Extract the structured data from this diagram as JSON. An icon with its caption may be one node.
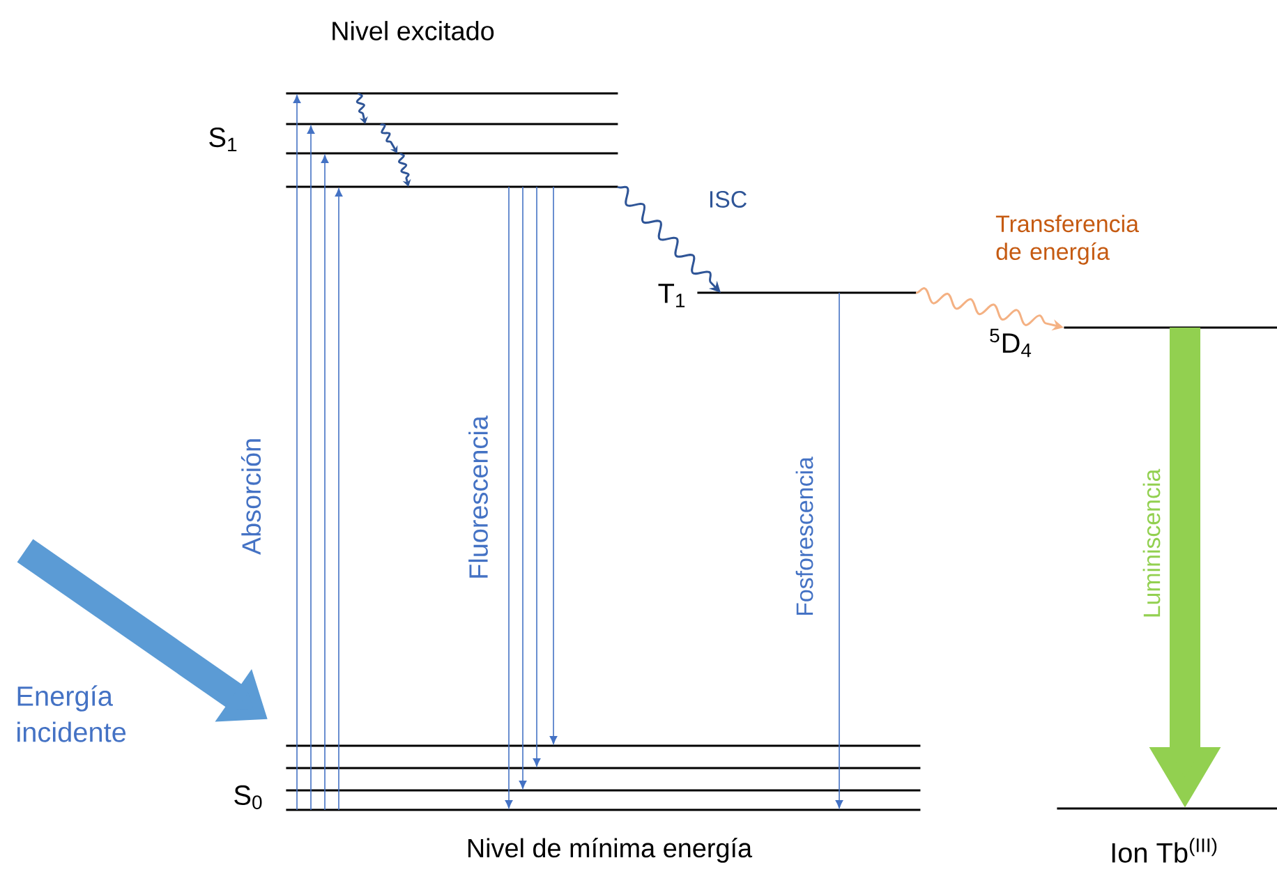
{
  "diagram": {
    "nodes": [
      {
        "text": [],
        "shape": "bar"
      },
      {
        "text": [],
        "shape": "bar",
        "beside": [
          "S$_{1}$"
        ]
      },
      {
        "text": [],
        "shape": "bar"
      },
      {
        "text": [],
        "shape": "bar"
      },
      {
        "text": [],
        "shape": "bar",
        "beside": [
          "T$_{1}$"
        ]
      },
      {
        "text": [],
        "shape": "bar",
        "beside": [
          "$^{5}$D$_{4}$"
        ]
      },
      {
        "text": [],
        "shape": "bar"
      },
      {
        "text": [],
        "shape": "bar"
      },
      {
        "text": [],
        "shape": "bar"
      },
      {
        "text": [],
        "shape": "bar",
        "beside": [
          "S$_{0}$"
        ]
      },
      {
        "text": [],
        "shape": "bar",
        "beside": [
          "Ion Tb$^{(III)}$"
        ]
      }
    ],
    "edges": [
      {
        "from": 9,
        "to": 0,
        "arrow": "to"
      },
      {
        "from": 9,
        "to": 1,
        "arrow": "to"
      },
      {
        "from": 9,
        "to": 2,
        "arrow": "to"
      },
      {
        "from": 9,
        "to": 3,
        "arrow": "to"
      },
      {
        "from": 0,
        "to": 1,
        "arrow": "to",
        "color": "#2f5597"
      },
      {
        "from": 1,
        "to": 2,
        "arrow": "to",
        "color": "#2f5597"
      },
      {
        "from": 2,
        "to": 3,
        "arrow": "to",
        "color": "#2f5597"
      },
      {
        "from": 3,
        "to": 9,
        "arrow": "to"
      },
      {
        "from": 3,
        "to": 8,
        "arrow": "to"
      },
      {
        "from": 3,
        "to": 7,
        "arrow": "to"
      },
      {
        "from": 3,
        "to": 6,
        "arrow": "to"
      },
      {
        "from": 3,
        "to": 4,
        "arrow": "to",
        "color": "#2f5597",
        "label": "ISC"
      },
      {
        "from": 4,
        "to": 9,
        "arrow": "to",
        "label": "Fosforescencia"
      },
      {
        "from": 4,
        "to": 5,
        "arrow": "to",
        "color": "#f4b183",
        "label": "Transferencia de energía"
      },
      {
        "from": 5,
        "to": 10,
        "arrow": "to",
        "style": "thick",
        "color": "#92d050",
        "label": "Luminiscencia"
      }
    ],
    "labels": [
      "Nivel excitado",
      "Absorción",
      "Fluorescencia",
      "Energía incidente",
      "Nivel de mínima energía"
    ]
  }
}
